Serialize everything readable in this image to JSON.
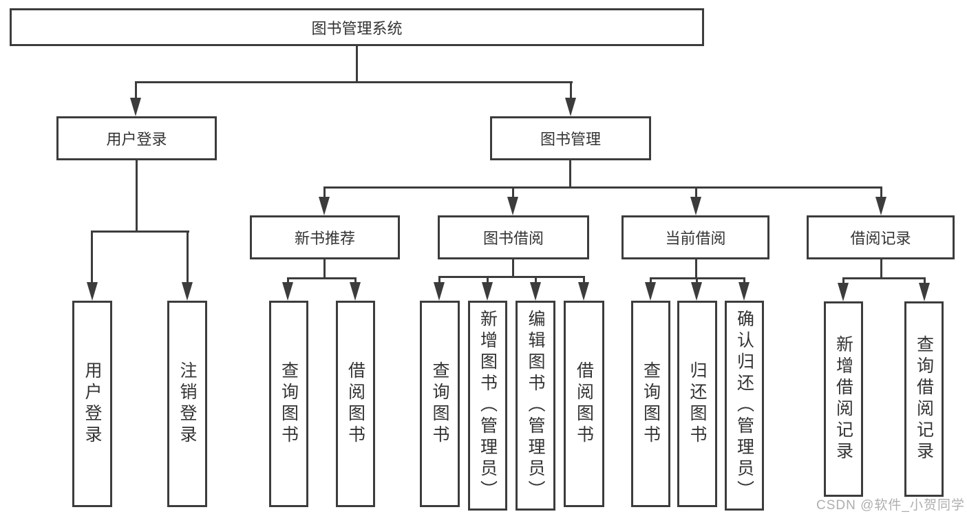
{
  "diagram": {
    "root": {
      "label": "图书管理系统"
    },
    "branches": [
      {
        "label": "用户登录",
        "children": [
          {
            "label": "用户登录"
          },
          {
            "label": "注销登录"
          }
        ]
      },
      {
        "label": "图书管理",
        "children": [
          {
            "label": "新书推荐",
            "children": [
              {
                "label": "查询图书"
              },
              {
                "label": "借阅图书"
              }
            ]
          },
          {
            "label": "图书借阅",
            "children": [
              {
                "label": "查询图书"
              },
              {
                "label": "新增图书（管理员）"
              },
              {
                "label": "编辑图书（管理员）"
              },
              {
                "label": "借阅图书"
              }
            ]
          },
          {
            "label": "当前借阅",
            "children": [
              {
                "label": "查询图书"
              },
              {
                "label": "归还图书"
              },
              {
                "label": "确认归还（管理员）"
              }
            ]
          },
          {
            "label": "借阅记录",
            "children": [
              {
                "label": "新增借阅记录"
              },
              {
                "label": "查询借阅记录"
              }
            ]
          }
        ]
      }
    ]
  },
  "watermark": {
    "text": "CSDN @软件_小贺同学"
  },
  "colors": {
    "line": "#3c3c3c",
    "text": "#333333",
    "background": "#ffffff",
    "watermark": "#a5a5a5"
  }
}
